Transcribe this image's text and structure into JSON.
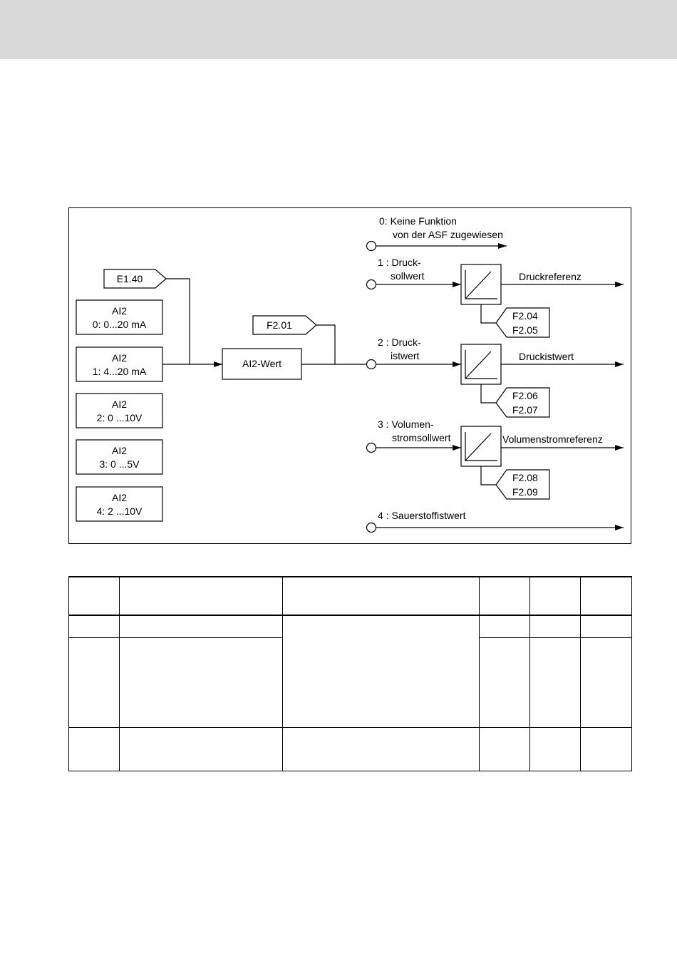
{
  "diagram": {
    "param_e140": "E1.40",
    "param_f201": "F2.01",
    "ai2_value": "AI2-Wert",
    "inputs": [
      {
        "line1": "AI2",
        "line2": "0: 0...20 mA"
      },
      {
        "line1": "AI2",
        "line2": "1: 4...20 mA"
      },
      {
        "line1": "AI2",
        "line2": "2: 0 ...10V"
      },
      {
        "line1": "AI2",
        "line2": "3: 0 ...5V"
      },
      {
        "line1": "AI2",
        "line2": "4: 2 ...10V"
      }
    ],
    "outputs": {
      "o0": {
        "line1": "0: Keine Funktion",
        "line2": "von der ASF zugewiesen"
      },
      "o1": {
        "line1": "1 : Druck-",
        "line2": "sollwert",
        "result": "Druckreferenz",
        "p1": "F2.04",
        "p2": "F2.05"
      },
      "o2": {
        "line1": "2 : Druck-",
        "line2": "istwert",
        "result": "Druckistwert",
        "p1": "F2.06",
        "p2": "F2.07"
      },
      "o3": {
        "line1": "3 : Volumen-",
        "line2": "stromsollwert",
        "result": "Volumenstromreferenz",
        "p1": "F2.08",
        "p2": "F2.09"
      },
      "o4": {
        "line1": "4 : Sauerstoffistwert"
      }
    }
  },
  "table": {}
}
